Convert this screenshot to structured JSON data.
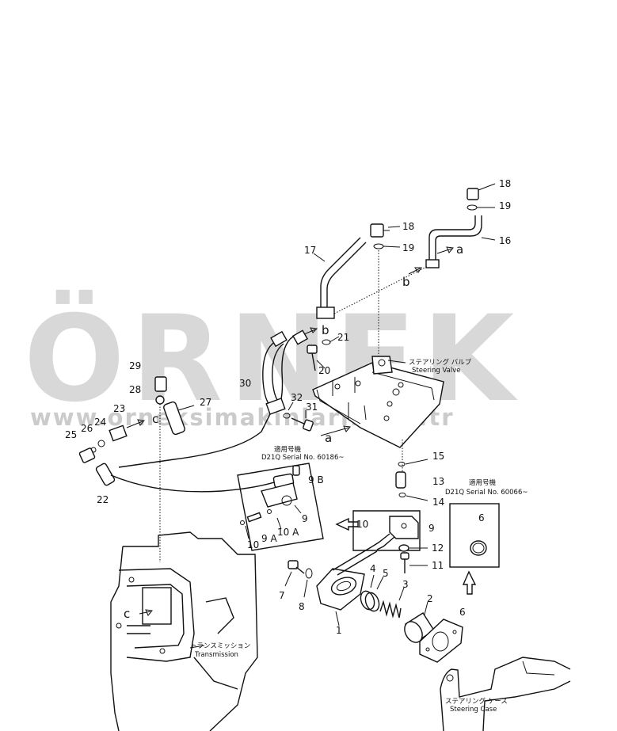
{
  "watermark": {
    "brand": "ÖRNEK",
    "url": "www.orneksimakinlari.com.tr",
    "accent_color": "#f2b300"
  },
  "callouts": {
    "c1": "1",
    "c2": "2",
    "c3": "3",
    "c4": "4",
    "c5": "5",
    "c6a": "6",
    "c6b": "6",
    "c7": "7",
    "c8": "8",
    "c9a": "9",
    "c9b": "9",
    "c9A": "9 A",
    "c9B": "9 B",
    "c10a": "10",
    "c10b": "10",
    "c10A": "10 A",
    "c11": "11",
    "c12": "12",
    "c13": "13",
    "c14": "14",
    "c15": "15",
    "c16": "16",
    "c17": "17",
    "c18a": "18",
    "c18b": "18",
    "c19a": "19",
    "c19b": "19",
    "c20": "20",
    "c21": "21",
    "c22": "22",
    "c23": "23",
    "c24": "24",
    "c25": "25",
    "c26": "26",
    "c27": "27",
    "c28": "28",
    "c29": "29",
    "c30": "30",
    "c31": "31",
    "c32": "32"
  },
  "letters": {
    "a1": "a",
    "a2": "a",
    "b1": "b",
    "b2": "b",
    "c1": "c",
    "c2": "c"
  },
  "labels": {
    "steering_valve_jp": "ステアリング バルブ",
    "steering_valve_en": "Steering Valve",
    "transmission_jp": "トランスミッション",
    "transmission_en": "Transmission",
    "steering_case_jp": "ステアリング ケース",
    "steering_case_en": "Steering Case",
    "applicable_left_jp": "適用号機",
    "applicable_left_serial": "D21Q  Serial No. 60186~",
    "applicable_right_jp": "適用号機",
    "applicable_right_serial": "D21Q  Serial No. 60066~"
  }
}
